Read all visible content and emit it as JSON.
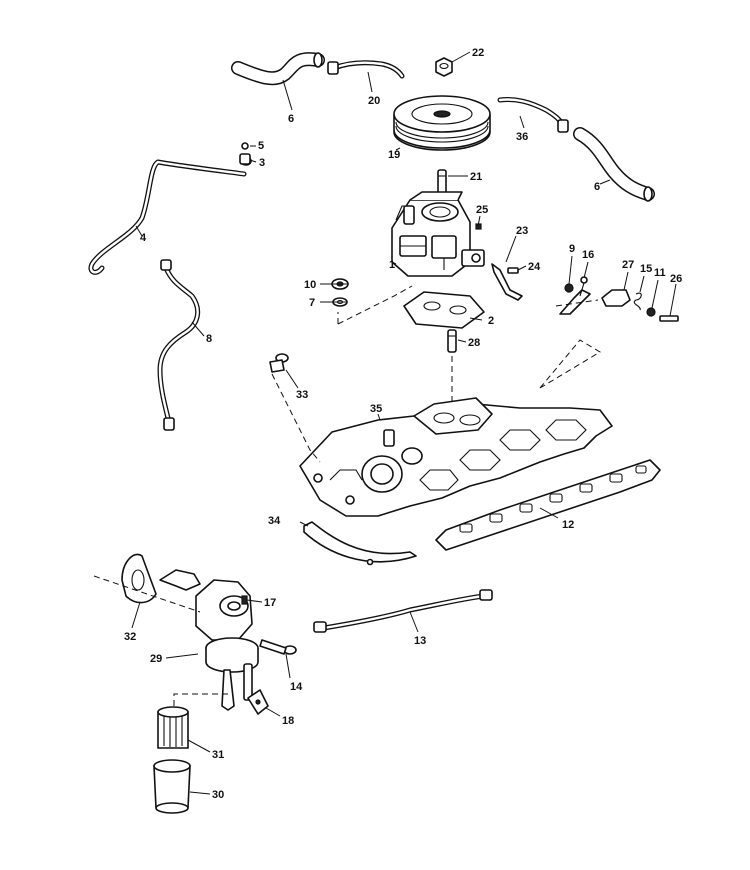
{
  "callouts": {
    "c1": "1",
    "c2": "2",
    "c3": "3",
    "c4": "4",
    "c5": "5",
    "c6a": "6",
    "c6b": "6",
    "c7": "7",
    "c8": "8",
    "c9": "9",
    "c10": "10",
    "c11": "11",
    "c12": "12",
    "c13": "13",
    "c14": "14",
    "c15": "15",
    "c16": "16",
    "c17": "17",
    "c18": "18",
    "c19": "19",
    "c20": "20",
    "c21": "21",
    "c22": "22",
    "c23": "23",
    "c24": "24",
    "c25": "25",
    "c26": "26",
    "c27": "27",
    "c28": "28",
    "c29": "29",
    "c30": "30",
    "c31": "31",
    "c32": "32",
    "c33": "33",
    "c34": "34",
    "c35": "35",
    "c36": "36"
  }
}
